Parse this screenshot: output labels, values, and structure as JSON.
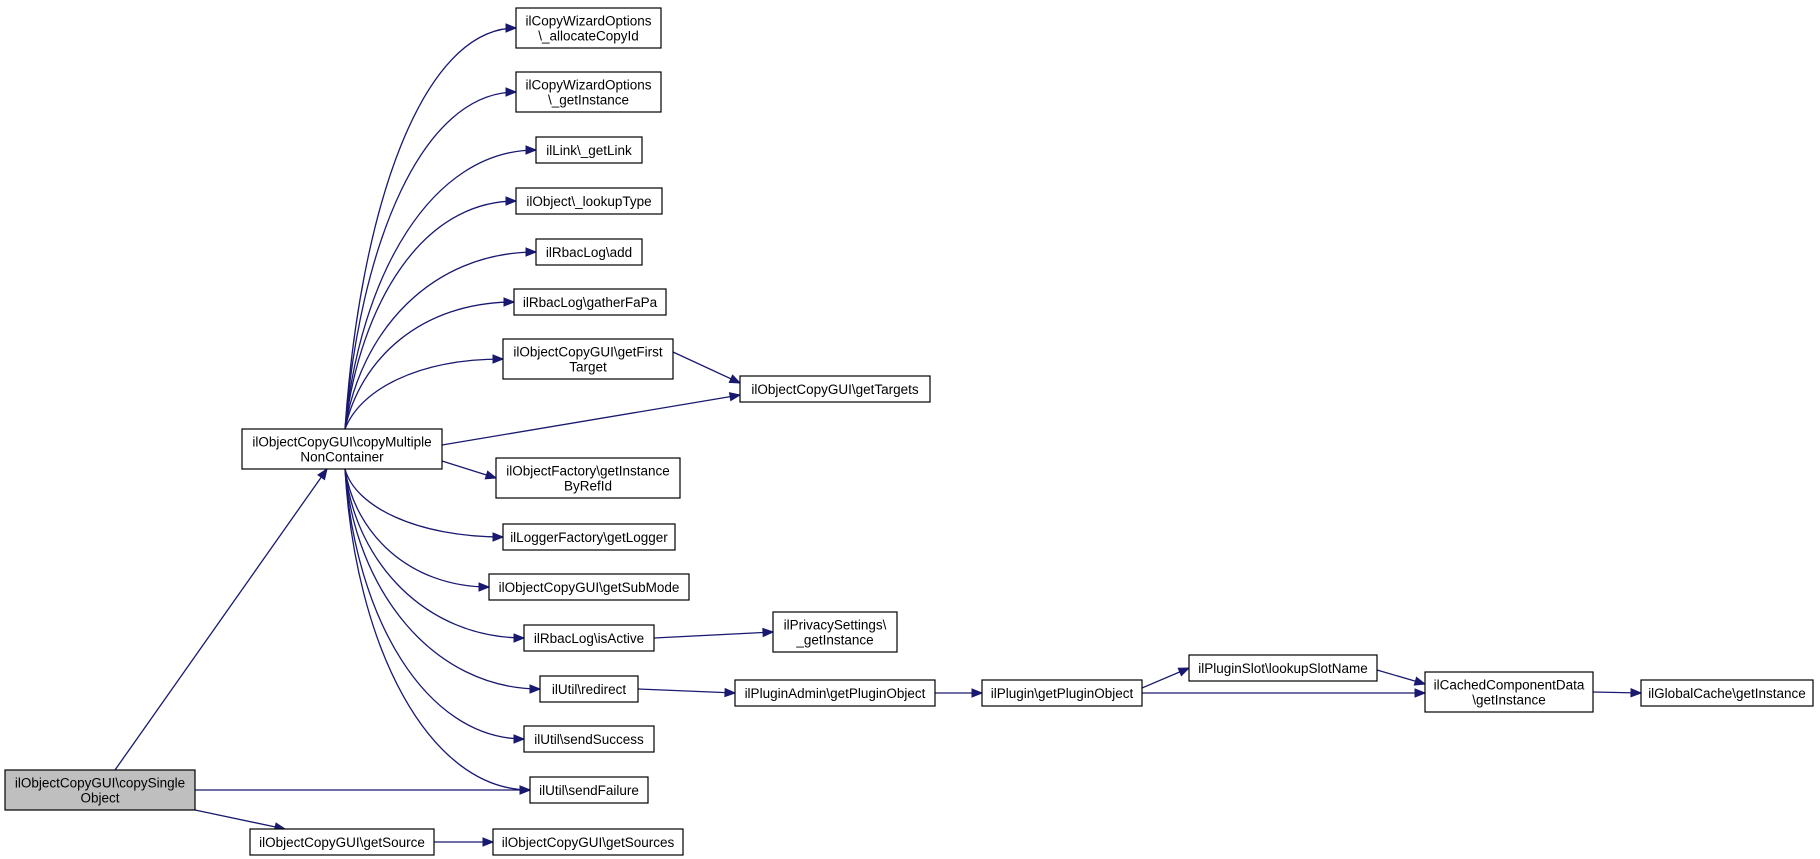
{
  "colors": {
    "edge": "#191970",
    "root_fill": "#bfbfbf",
    "node_fill": "#ffffff",
    "node_border": "#000000"
  },
  "nodes": [
    {
      "id": "root",
      "lines": [
        "ilObjectCopyGUI\\copySingle",
        "Object"
      ]
    },
    {
      "id": "cmnc",
      "lines": [
        "ilObjectCopyGUI\\copyMultiple",
        "NonContainer"
      ]
    },
    {
      "id": "gsrc",
      "lines": [
        "ilObjectCopyGUI\\getSource"
      ]
    },
    {
      "id": "gsrcs",
      "lines": [
        "ilObjectCopyGUI\\getSources"
      ]
    },
    {
      "id": "alloc",
      "lines": [
        "ilCopyWizardOptions",
        "\\_allocateCopyId"
      ]
    },
    {
      "id": "cwinst",
      "lines": [
        "ilCopyWizardOptions",
        "\\_getInstance"
      ]
    },
    {
      "id": "link",
      "lines": [
        "ilLink\\_getLink"
      ]
    },
    {
      "id": "lookup",
      "lines": [
        "ilObject\\_lookupType"
      ]
    },
    {
      "id": "radd",
      "lines": [
        "ilRbacLog\\add"
      ]
    },
    {
      "id": "gather",
      "lines": [
        "ilRbacLog\\gatherFaPa"
      ]
    },
    {
      "id": "gft",
      "lines": [
        "ilObjectCopyGUI\\getFirst",
        "Target"
      ]
    },
    {
      "id": "gtargets",
      "lines": [
        "ilObjectCopyGUI\\getTargets"
      ]
    },
    {
      "id": "ofact",
      "lines": [
        "ilObjectFactory\\getInstance",
        "ByRefId"
      ]
    },
    {
      "id": "logger",
      "lines": [
        "ilLoggerFactory\\getLogger"
      ]
    },
    {
      "id": "submode",
      "lines": [
        "ilObjectCopyGUI\\getSubMode"
      ]
    },
    {
      "id": "isactive",
      "lines": [
        "ilRbacLog\\isActive"
      ]
    },
    {
      "id": "privacy",
      "lines": [
        "ilPrivacySettings\\",
        "_getInstance"
      ]
    },
    {
      "id": "redirect",
      "lines": [
        "ilUtil\\redirect"
      ]
    },
    {
      "id": "padmin",
      "lines": [
        "ilPluginAdmin\\getPluginObject"
      ]
    },
    {
      "id": "plugin",
      "lines": [
        "ilPlugin\\getPluginObject"
      ]
    },
    {
      "id": "slot",
      "lines": [
        "ilPluginSlot\\lookupSlotName"
      ]
    },
    {
      "id": "cached",
      "lines": [
        "ilCachedComponentData",
        "\\getInstance"
      ]
    },
    {
      "id": "gcache",
      "lines": [
        "ilGlobalCache\\getInstance"
      ]
    },
    {
      "id": "success",
      "lines": [
        "ilUtil\\sendSuccess"
      ]
    },
    {
      "id": "failure",
      "lines": [
        "ilUtil\\sendFailure"
      ]
    }
  ],
  "edges": [
    {
      "from": "root",
      "to": "cmnc"
    },
    {
      "from": "root",
      "to": "failure"
    },
    {
      "from": "root",
      "to": "gsrc"
    },
    {
      "from": "gsrc",
      "to": "gsrcs"
    },
    {
      "from": "cmnc",
      "to": "alloc"
    },
    {
      "from": "cmnc",
      "to": "cwinst"
    },
    {
      "from": "cmnc",
      "to": "link"
    },
    {
      "from": "cmnc",
      "to": "lookup"
    },
    {
      "from": "cmnc",
      "to": "radd"
    },
    {
      "from": "cmnc",
      "to": "gather"
    },
    {
      "from": "cmnc",
      "to": "gft"
    },
    {
      "from": "cmnc",
      "to": "gtargets"
    },
    {
      "from": "cmnc",
      "to": "ofact"
    },
    {
      "from": "cmnc",
      "to": "logger"
    },
    {
      "from": "cmnc",
      "to": "submode"
    },
    {
      "from": "cmnc",
      "to": "isactive"
    },
    {
      "from": "cmnc",
      "to": "redirect"
    },
    {
      "from": "cmnc",
      "to": "success"
    },
    {
      "from": "cmnc",
      "to": "failure"
    },
    {
      "from": "gft",
      "to": "gtargets"
    },
    {
      "from": "isactive",
      "to": "privacy"
    },
    {
      "from": "redirect",
      "to": "padmin"
    },
    {
      "from": "padmin",
      "to": "plugin"
    },
    {
      "from": "plugin",
      "to": "slot"
    },
    {
      "from": "plugin",
      "to": "cached"
    },
    {
      "from": "slot",
      "to": "cached"
    },
    {
      "from": "cached",
      "to": "gcache"
    }
  ]
}
